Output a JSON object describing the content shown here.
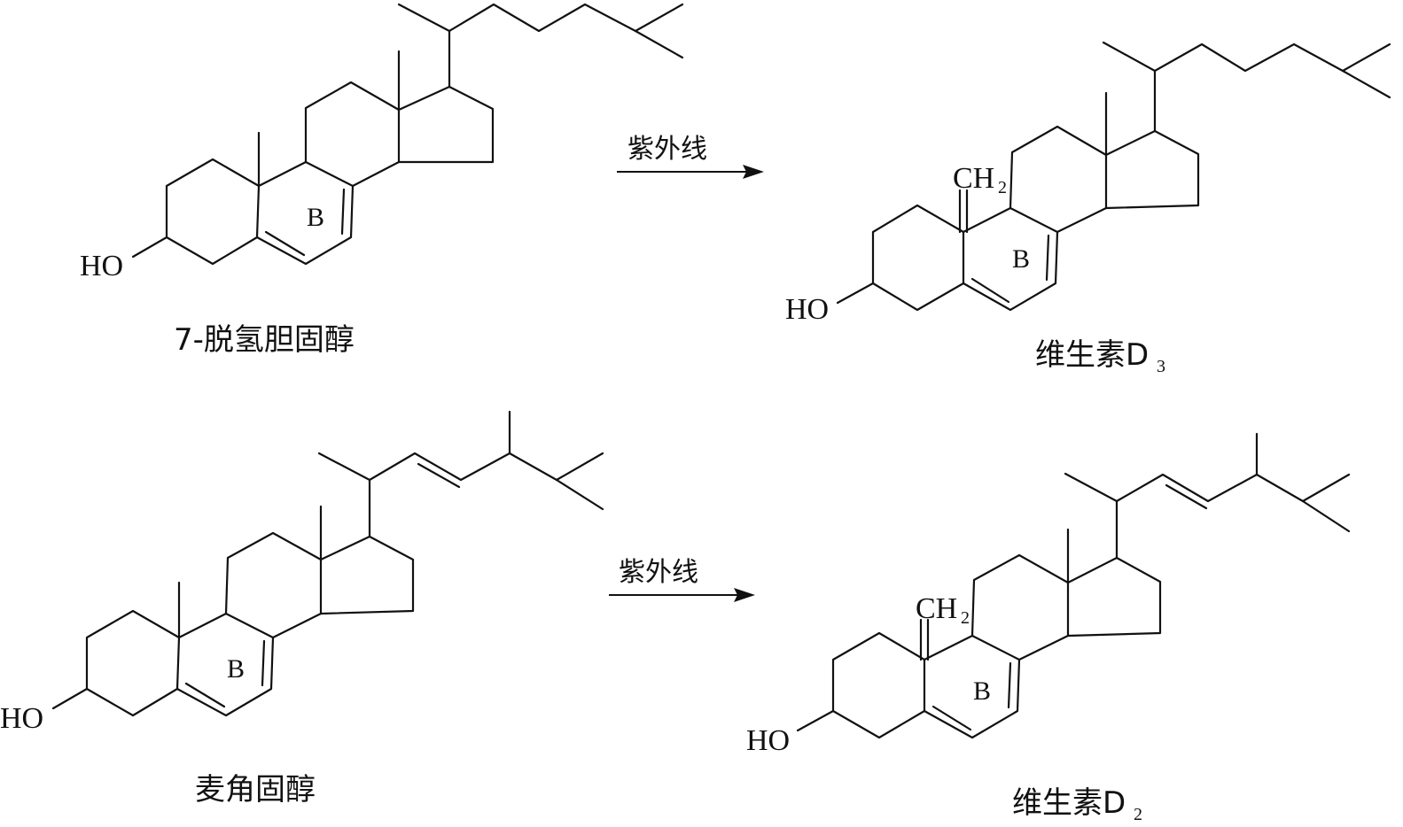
{
  "reactions": [
    {
      "reactant": {
        "name": "7-脱氢胆固醇",
        "hydroxyl": "HO",
        "ring_label": "B"
      },
      "condition": "紫外线",
      "product": {
        "name": "维生素D",
        "name_sub": "3",
        "hydroxyl": "HO",
        "methylene": "CH",
        "methylene_sub": "2",
        "ring_label": "B"
      }
    },
    {
      "reactant": {
        "name": "麦角固醇",
        "hydroxyl": "HO",
        "ring_label": "B"
      },
      "condition": "紫外线",
      "product": {
        "name": "维生素D",
        "name_sub": "2",
        "hydroxyl": "HO",
        "methylene": "CH",
        "methylene_sub": "2",
        "ring_label": "B"
      }
    }
  ]
}
